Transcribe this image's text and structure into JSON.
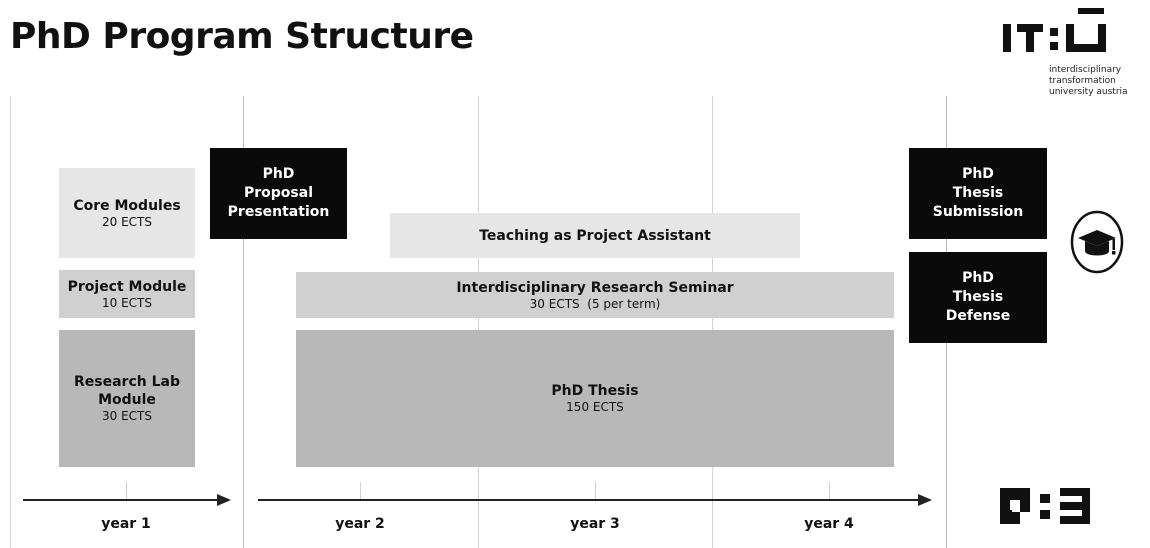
{
  "title": "PhD Program Structure",
  "logo": {
    "mark": "IT:U",
    "lines": [
      "interdisciplinary",
      "transformation",
      "university austria"
    ]
  },
  "boxes": {
    "core": {
      "title": "Core Modules",
      "sub": "20 ECTS"
    },
    "project": {
      "title": "Project Module",
      "sub": "10 ECTS"
    },
    "lab": {
      "title_line1": "Research Lab",
      "title_line2": "Module",
      "sub": "30 ECTS"
    },
    "proposal": {
      "line1": "PhD",
      "line2": "Proposal",
      "line3": "Presentation"
    },
    "teaching": {
      "title": "Teaching as Project Assistant"
    },
    "seminar": {
      "title": "Interdisciplinary Research Seminar",
      "sub": "30 ECTS  (5 per term)"
    },
    "thesis": {
      "title": "PhD Thesis",
      "sub": "150 ECTS"
    },
    "submission": {
      "line1": "PhD",
      "line2": "Thesis",
      "line3": "Submission"
    },
    "defense": {
      "line1": "PhD",
      "line2": "Thesis",
      "line3": "Defense"
    }
  },
  "years": [
    "year 1",
    "year 2",
    "year 3",
    "year 4"
  ],
  "icons": {
    "graduation": "graduation-cap-icon",
    "footer_logo": "itu-logo-icon"
  },
  "colors": {
    "black": "#0a0a0a",
    "light": "#e6e6e6",
    "mid": "#d0d0d0",
    "dark": "#b8b8b8"
  }
}
